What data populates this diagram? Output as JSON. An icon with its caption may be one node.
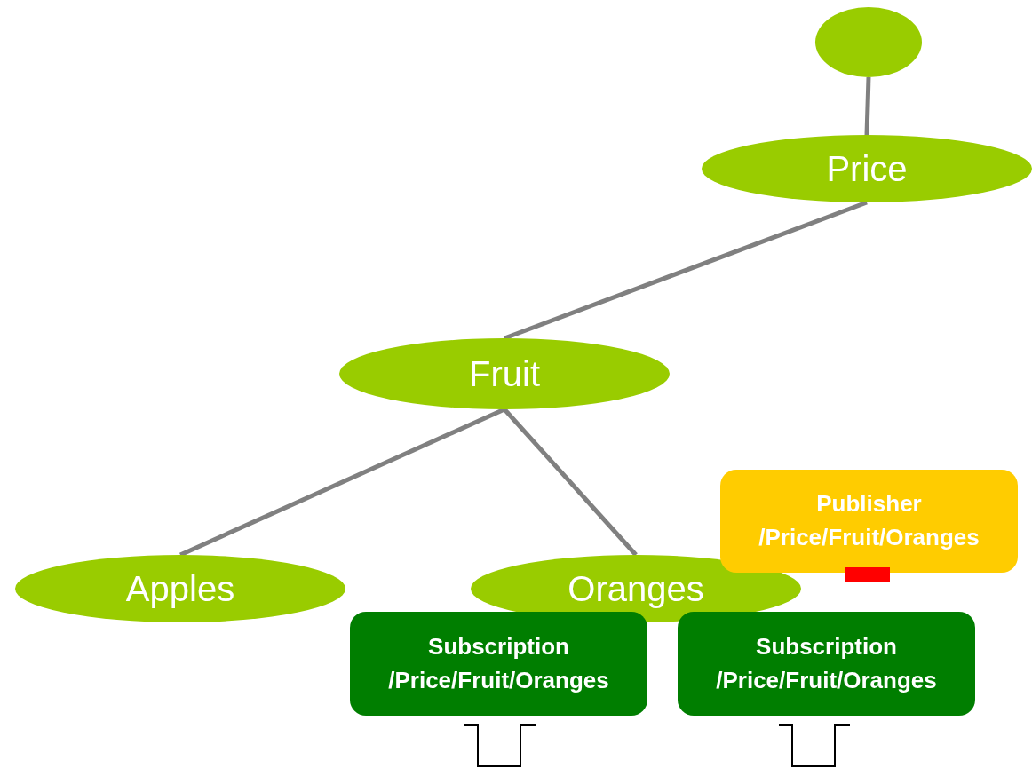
{
  "diagram": {
    "nodes": [
      {
        "text": [],
        "shape": "circle"
      },
      {
        "text": [
          "Price"
        ]
      },
      {
        "text": [
          "Fruit"
        ]
      },
      {
        "text": [
          "Apples"
        ]
      },
      {
        "text": [
          "Oranges"
        ]
      },
      {
        "text": [
          "Publisher",
          "/Price/Fruit/Oranges"
        ]
      },
      {
        "text": [
          "Subscription",
          "/Price/Fruit/Oranges"
        ]
      },
      {
        "text": [
          "Subscription",
          "/Price/Fruit/Oranges"
        ]
      }
    ],
    "edges": [
      {
        "from": 0,
        "to": 1,
        "arrow": "none"
      },
      {
        "from": 1,
        "to": 2,
        "arrow": "none"
      },
      {
        "from": 2,
        "to": 3,
        "arrow": "none"
      },
      {
        "from": 2,
        "to": 4,
        "arrow": "none"
      }
    ]
  }
}
